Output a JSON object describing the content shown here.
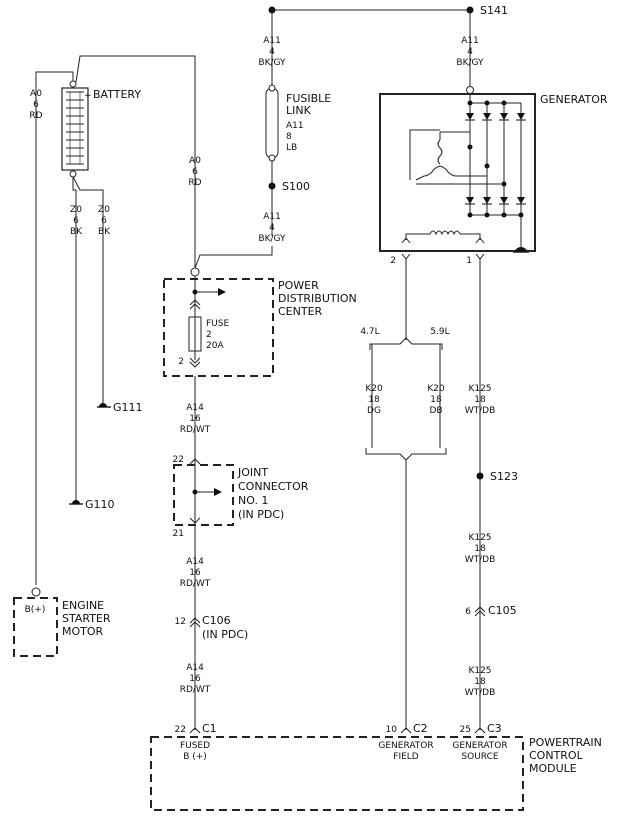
{
  "splices": {
    "s141": "S141",
    "s100": "S100",
    "s123": "S123"
  },
  "wires": {
    "a11_top": [
      "A11",
      "4",
      "BK/GY"
    ],
    "a11_gen": [
      "A11",
      "4",
      "BK/GY"
    ],
    "a11_low": [
      "A11",
      "4",
      "BK/GY"
    ],
    "a0_left": [
      "A0",
      "6",
      "RD"
    ],
    "a0_mid": [
      "A0",
      "6",
      "RD"
    ],
    "z0_left": [
      "Z0",
      "6",
      "BK"
    ],
    "z0_right": [
      "Z0",
      "6",
      "BK"
    ],
    "a14_1": [
      "A14",
      "16",
      "RD/WT"
    ],
    "a14_2": [
      "A14",
      "16",
      "RD/WT"
    ],
    "a14_3": [
      "A14",
      "16",
      "RD/WT"
    ],
    "k20_dg": [
      "K20",
      "18",
      "DG"
    ],
    "k20_db": [
      "K20",
      "18",
      "DB"
    ],
    "k125_1": [
      "K125",
      "18",
      "WT/DB"
    ],
    "k125_2": [
      "K125",
      "18",
      "WT/DB"
    ],
    "k125_3": [
      "K125",
      "18",
      "WT/DB"
    ]
  },
  "components": {
    "battery": "BATTERY",
    "battery_plus": "+",
    "fusible_link": [
      "FUSIBLE",
      "LINK",
      "A11",
      "8",
      "LB"
    ],
    "generator": "GENERATOR",
    "pdc": [
      "POWER",
      "DISTRIBUTION",
      "CENTER"
    ],
    "fuse": [
      "FUSE",
      "2",
      "20A"
    ],
    "joint_connector": [
      "JOINT",
      "CONNECTOR",
      "NO. 1",
      "(IN PDC)"
    ],
    "starter": [
      "ENGINE",
      "STARTER",
      "MOTOR"
    ],
    "starter_pin": "B(+)",
    "pcm": [
      "POWERTRAIN",
      "CONTROL",
      "MODULE"
    ]
  },
  "grounds": {
    "g111": "G111",
    "g110": "G110"
  },
  "engine_options": {
    "left": "4.7L",
    "right": "5.9L"
  },
  "connectors": {
    "c106": [
      "C106",
      "(IN PDC)"
    ],
    "c105": "C105",
    "c1": "C1",
    "c2": "C2",
    "c3": "C3"
  },
  "pins": {
    "gen_2": "2",
    "gen_1": "1",
    "fuse_2": "2",
    "jc_22": "22",
    "jc_21": "21",
    "c106_12": "12",
    "c105_6": "6",
    "c1_22": "22",
    "c2_10": "10",
    "c3_25": "25"
  },
  "pcm_pins": {
    "fused": [
      "FUSED",
      "B (+)"
    ],
    "field": [
      "GENERATOR",
      "FIELD"
    ],
    "source": [
      "GENERATOR",
      "SOURCE"
    ]
  }
}
